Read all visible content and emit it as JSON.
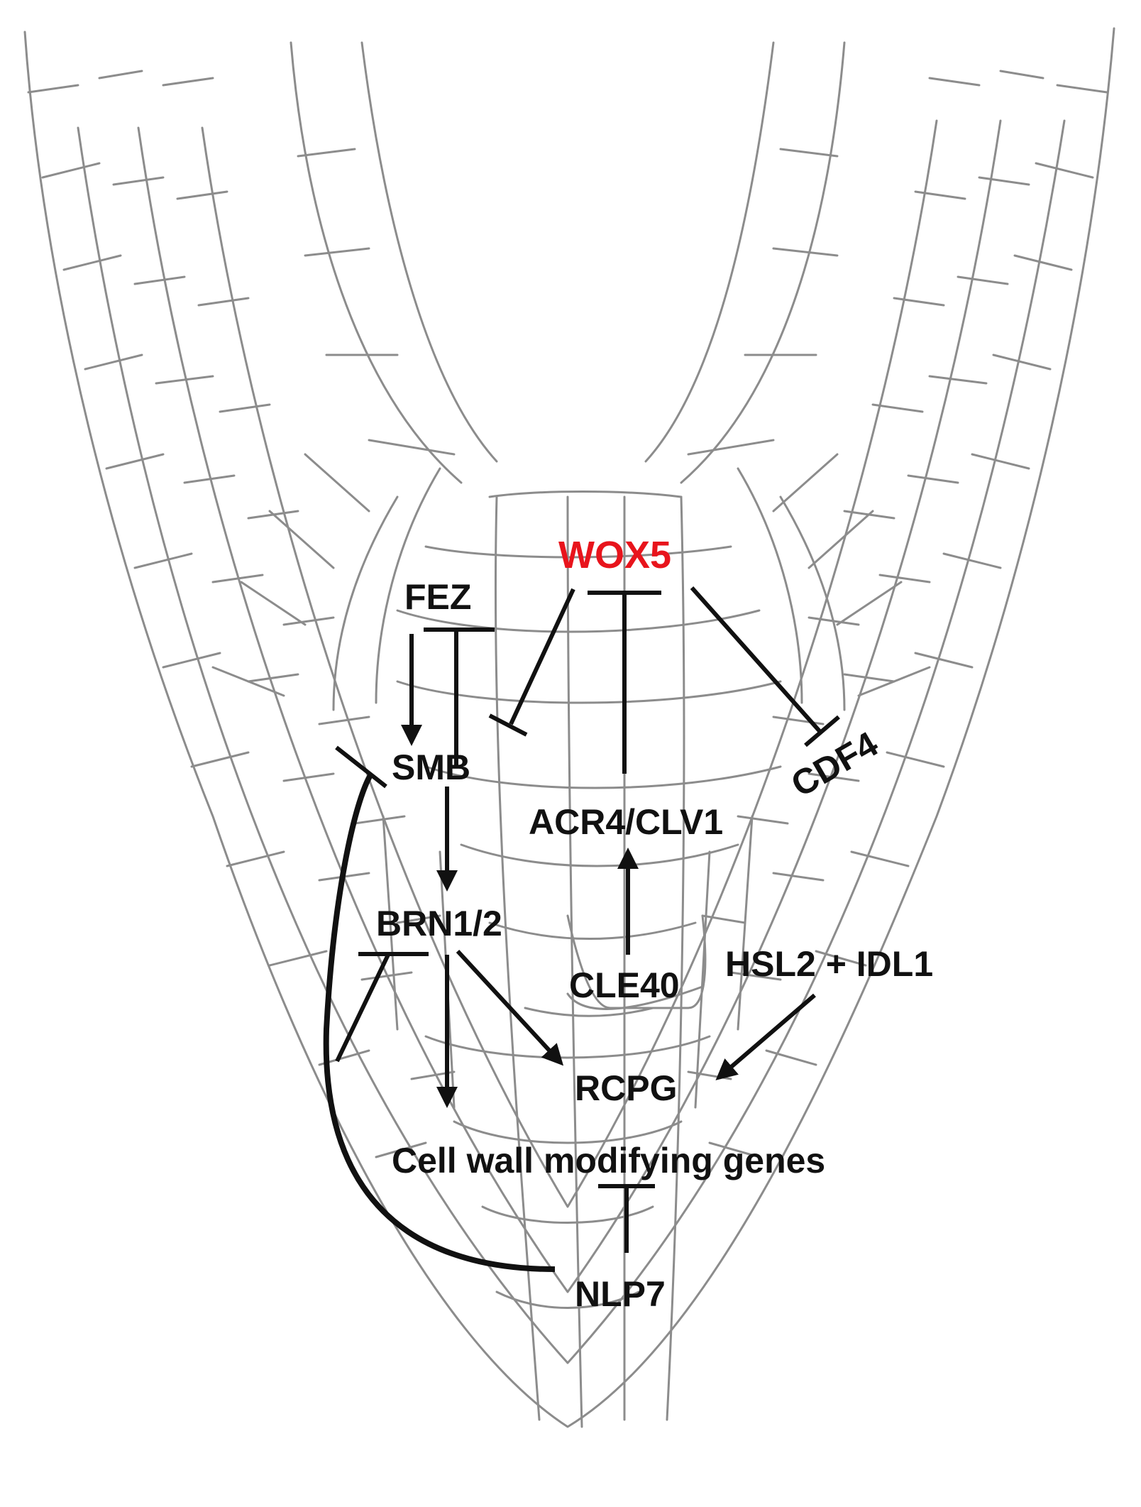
{
  "diagram": {
    "nodes": {
      "wox5": "WOX5",
      "fez": "FEZ",
      "smb": "SMB",
      "cdf4": "CDF4",
      "acr4_clv1": "ACR4/CLV1",
      "brn1_2": "BRN1/2",
      "cle40": "CLE40",
      "hsl2_idl1": "HSL2 + IDL1",
      "rcpg": "RCPG",
      "cell_wall": "Cell wall modifying genes",
      "nlp7": "NLP7"
    },
    "edges": [
      {
        "from": "FEZ",
        "to": "SMB",
        "type": "activation"
      },
      {
        "from": "SMB",
        "to": "FEZ",
        "type": "repression"
      },
      {
        "from": "WOX5",
        "to": "SMB",
        "type": "repression"
      },
      {
        "from": "ACR4/CLV1",
        "to": "WOX5",
        "type": "repression"
      },
      {
        "from": "WOX5",
        "to": "CDF4",
        "type": "repression"
      },
      {
        "from": "CLE40",
        "to": "ACR4/CLV1",
        "type": "activation"
      },
      {
        "from": "SMB",
        "to": "BRN1/2",
        "type": "activation"
      },
      {
        "from": "BRN1/2",
        "to": "RCPG",
        "type": "activation"
      },
      {
        "from": "BRN1/2",
        "to": "Cell wall modifying genes",
        "type": "activation"
      },
      {
        "from": "HSL2 + IDL1",
        "to": "RCPG",
        "type": "activation"
      },
      {
        "from": "NLP7",
        "to": "SMB",
        "type": "repression"
      },
      {
        "from": "NLP7",
        "to": "BRN1/2",
        "type": "repression"
      },
      {
        "from": "NLP7",
        "to": "Cell wall modifying genes",
        "type": "repression"
      }
    ],
    "colors": {
      "highlight": "#e8141c",
      "ink": "#111111",
      "cell_outline": "#8c8c8c"
    }
  }
}
